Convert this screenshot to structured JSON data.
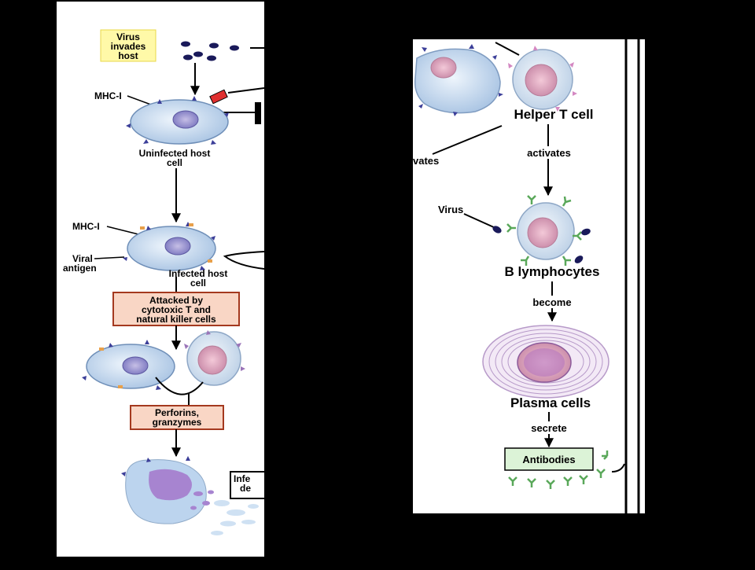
{
  "colors": {
    "background": "#000000",
    "panel": "#ffffff",
    "yellow_box": "#fff9a8",
    "peach_box": "#f9d6c5",
    "box_border": "#a4391f",
    "green_box": "#dcf3d7",
    "cell_fill": "#cfe0f3",
    "nucleus": "#e6b4c6",
    "receptor_purple": "#3c3f99",
    "receptor_pink": "#d488c2",
    "antibody_green": "#5aa85a",
    "virus": "#1a1a5a"
  },
  "left_panel": {
    "virus_box": [
      "Virus",
      "invades",
      "host"
    ],
    "mhc_top": "MHC-I",
    "uninfected": [
      "Uninfected host",
      "cell"
    ],
    "mhc_mid": "MHC-I",
    "viral_antigen": [
      "Viral",
      "antigen"
    ],
    "infected": [
      "Infected host",
      "cell"
    ],
    "attacked_box": [
      "Attacked by",
      "cytotoxic T and",
      "natural killer cells"
    ],
    "perforins_box": [
      "Perforins,",
      "granzymes"
    ],
    "dead_box": [
      "Infe",
      "de"
    ]
  },
  "right_panel": {
    "helper_t": "Helper T cell",
    "activates_cut": "vates",
    "activates": "activates",
    "virus": "Virus",
    "b_lymph": "B lymphocytes",
    "become": "become",
    "plasma": "Plasma cells",
    "secrete": "secrete",
    "antibodies": "Antibodies"
  }
}
